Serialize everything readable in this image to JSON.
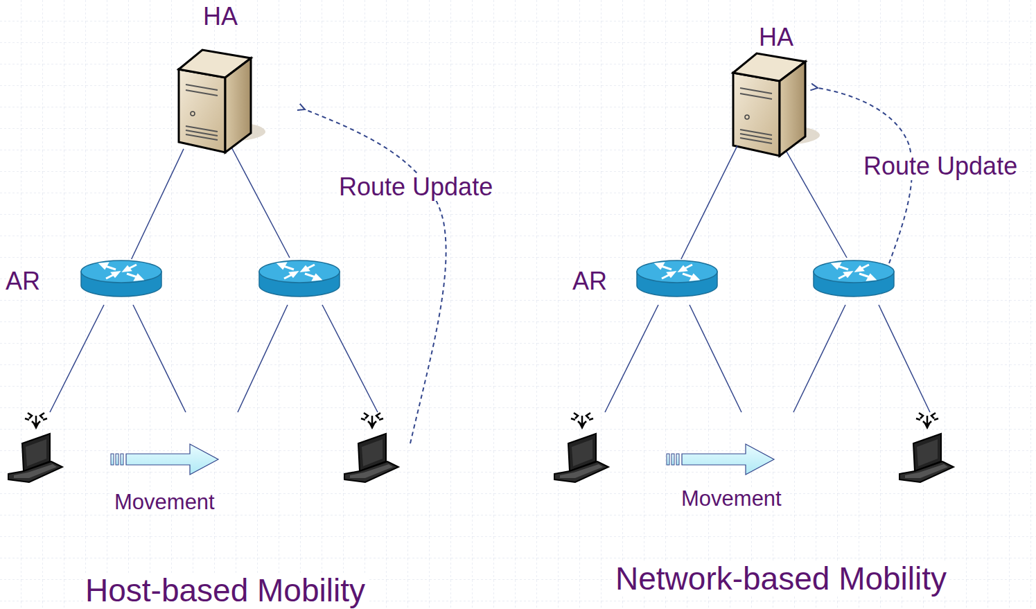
{
  "diagram": {
    "nodes": [
      {
        "text": [
          "HA"
        ]
      },
      {
        "text": [
          "AR"
        ]
      },
      {
        "text": [
          "HA"
        ]
      },
      {
        "text": [
          "AR"
        ]
      }
    ],
    "edges": [
      {
        "from": 0,
        "to": 1,
        "arrow": "none"
      },
      {
        "from": 2,
        "to": 3,
        "arrow": "none"
      }
    ],
    "labels": [
      "Route Update",
      "Movement",
      "Host-based Mobility",
      "Route Update",
      "Movement",
      "Network-based Mobility"
    ]
  }
}
